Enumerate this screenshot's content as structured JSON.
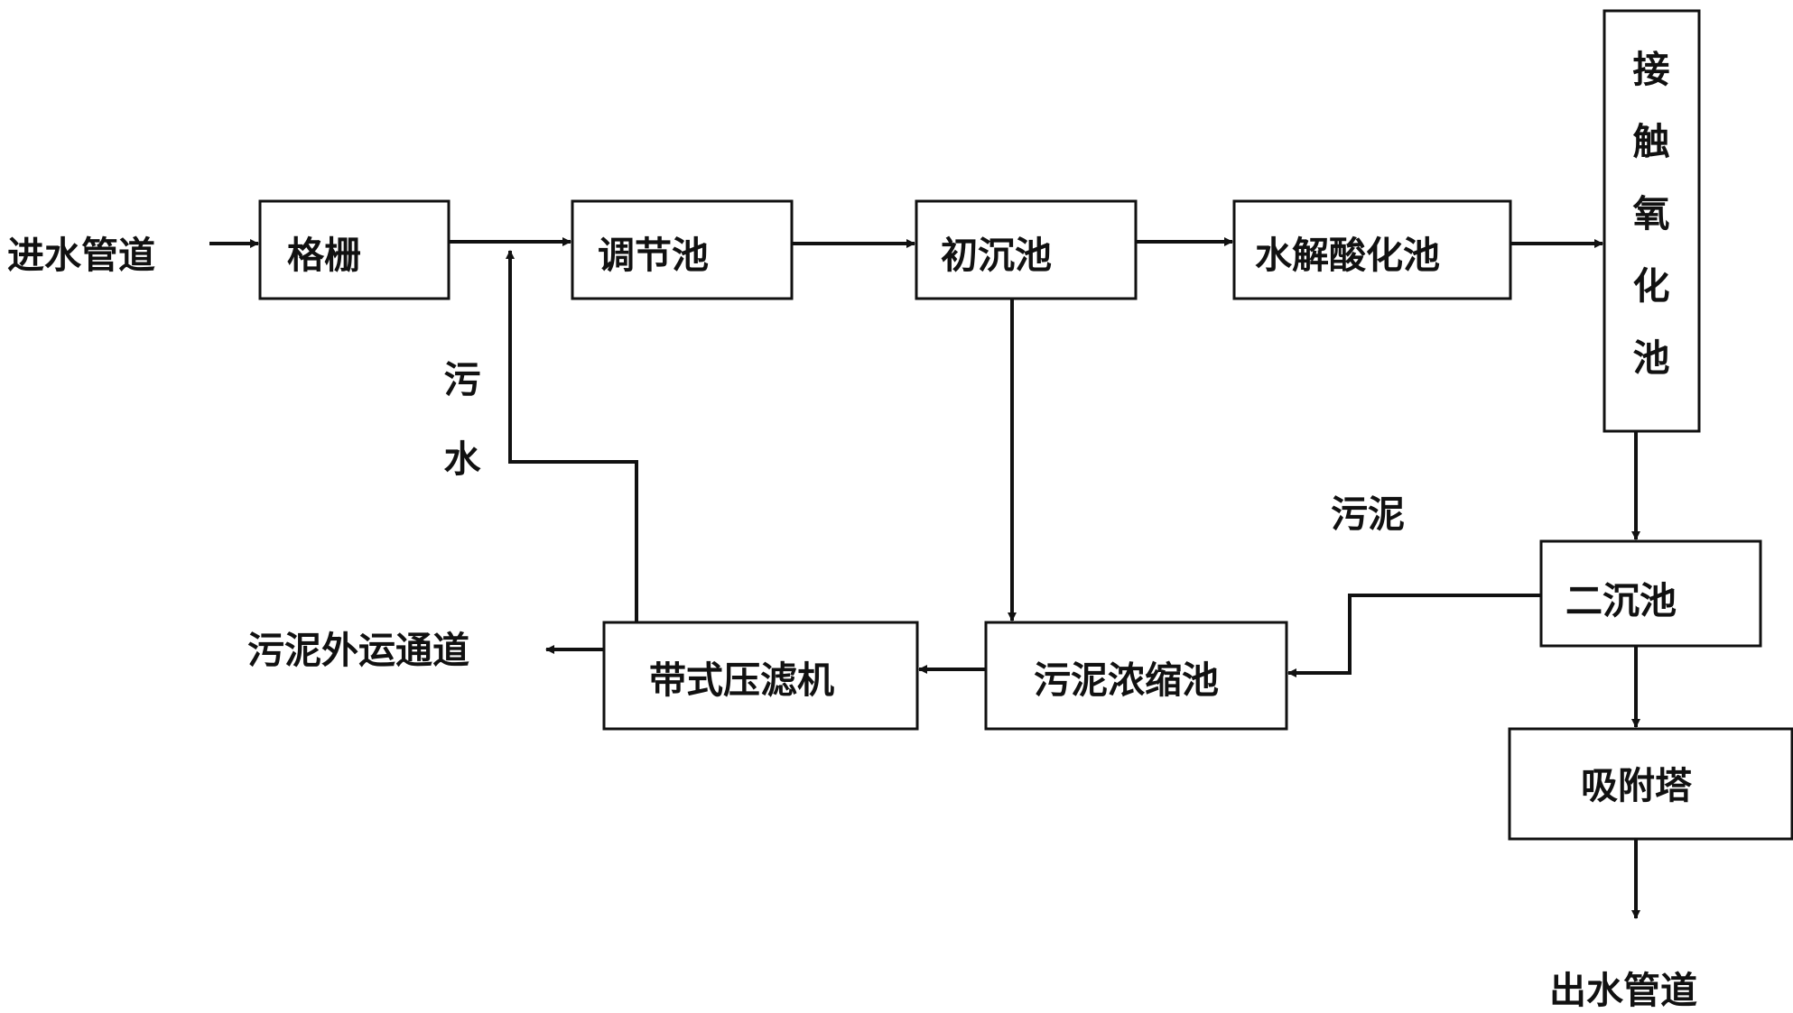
{
  "diagram": {
    "nodes": {
      "inlet": "进水管道",
      "grille": "格栅",
      "equalization": "调节池",
      "primary": "初沉池",
      "hydrolysis": "水解酸化池",
      "contact": "接触氧化池",
      "secondary": "二沉池",
      "adsorption": "吸附塔",
      "outlet": "出水管道",
      "thickener": "污泥浓缩池",
      "press": "带式压滤机",
      "sludge_out": "污泥外运通道"
    },
    "labels": {
      "sewage": "污水",
      "sludge": "污泥"
    },
    "colors": {
      "line": "#111111",
      "background": "#ffffff"
    }
  }
}
